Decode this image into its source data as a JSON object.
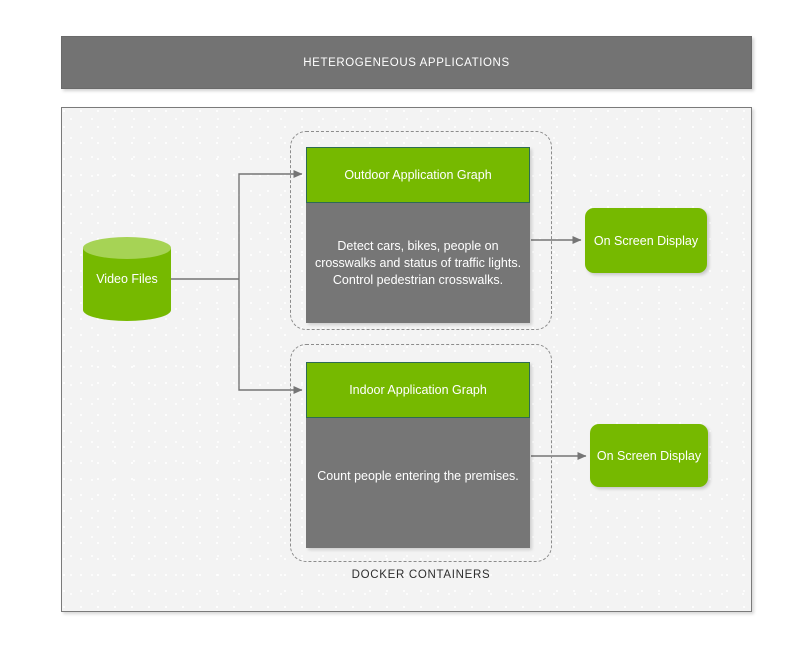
{
  "header": {
    "title": "HETEROGENEOUS APPLICATIONS"
  },
  "source": {
    "label": "Video Files",
    "shape": "cylinder"
  },
  "docker": {
    "label": "DOCKER CONTAINERS",
    "containers": [
      {
        "id": "outdoor",
        "head": "Outdoor Application Graph",
        "body": "Detect cars, bikes, people on crosswalks and status of traffic lights. Control pedestrian crosswalks."
      },
      {
        "id": "indoor",
        "head": "Indoor Application Graph",
        "body": "Count people entering the premises."
      }
    ]
  },
  "outputs": [
    {
      "id": "osd-top",
      "label": "On Screen Display"
    },
    {
      "id": "osd-bottom",
      "label": "On Screen Display"
    }
  ],
  "colors": {
    "green": "#76b900",
    "green_light": "#a6d355",
    "gray_panel": "#767676",
    "gray_header": "#737373",
    "background": "#f3f3f3",
    "border_teal": "#2e6b54",
    "wire": "#757575"
  }
}
